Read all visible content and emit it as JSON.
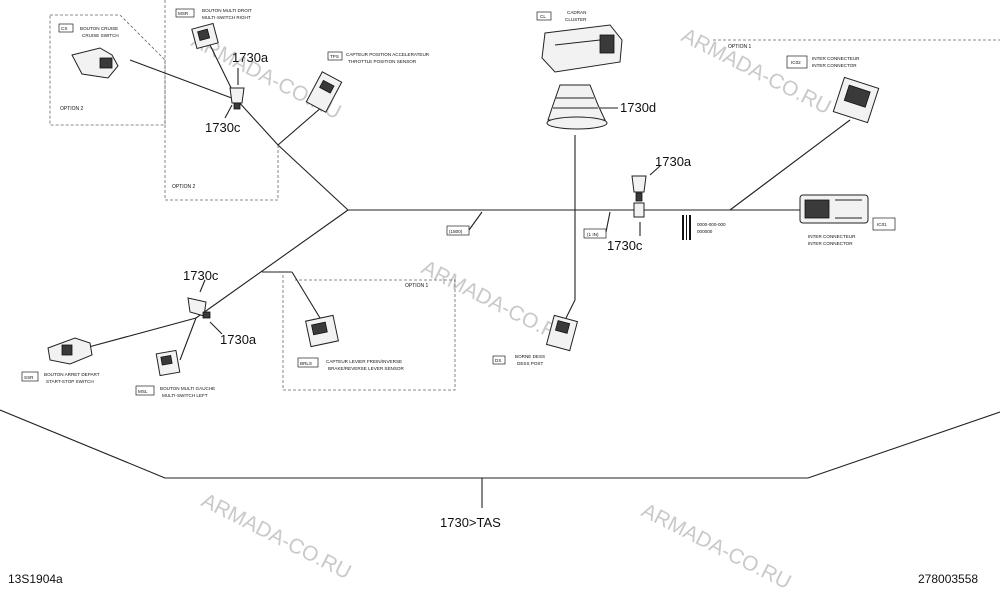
{
  "watermark": "ARMADA-CO.RU",
  "labels": {
    "refs": {
      "r1730a_top": "1730a",
      "r1730c_top": "1730c",
      "r1730d": "1730d",
      "r1730a_right": "1730a",
      "r1730c_right": "1730c",
      "r1730c_left": "1730c",
      "r1730a_left": "1730a",
      "tas": "1730>TAS"
    },
    "footer": {
      "left": "13S1904a",
      "right": "278003558"
    },
    "options": {
      "opt2_a": "OPTION 2",
      "opt2_b": "OPTION 2",
      "opt1_right": "OPTION 1",
      "opt1_mid": "OPTION 1"
    },
    "components": {
      "cruise": {
        "code": "CS",
        "fr": "BOUTON CRUISE",
        "en": "CRUISE SWITCH"
      },
      "msr": {
        "code": "MSR",
        "fr": "BOUTON MULTI DROIT",
        "en": "MULTI-SWITCH RIGHT"
      },
      "tps": {
        "code": "TPS",
        "fr": "CAPTEUR POSITION ACCELERATEUR",
        "en": "THROTTLE POSITION SENSOR"
      },
      "cluster": {
        "code": "CL",
        "fr": "CADRAN",
        "en": "CLUSTER"
      },
      "ic_top": {
        "code": "IC02",
        "fr": "INTER CONNECTEUR",
        "en": "INTER CONNECTOR"
      },
      "ic_bottom": {
        "code": "IC01",
        "fr": "INTER CONNECTEUR",
        "en": "INTER CONNECTOR"
      },
      "ssr": {
        "code": "SSR",
        "fr": "BOUTON ARRET DEPART",
        "en": "START-STOP SWITCH"
      },
      "msl": {
        "code": "MSL",
        "fr": "BOUTON MULTI GAUCHE",
        "en": "MULTI-SWITCH LEFT"
      },
      "brls": {
        "code": "BRLS",
        "fr": "CAPTEUR LEVIER FREIN/INVERSE",
        "en": "BRAKE/REVERSE LEVER SENSOR"
      },
      "dess": {
        "code": "DS",
        "fr": "BORNE DESS",
        "en": "DESS POST"
      }
    },
    "tags": {
      "tag_mid": "(1800)",
      "tag_right": "(1 IN)",
      "barcode_text1": "0000-000-000",
      "barcode_text2": "000000"
    }
  },
  "colors": {
    "line": "#222222",
    "watermark": "#c9c9c9",
    "background": "#ffffff"
  }
}
